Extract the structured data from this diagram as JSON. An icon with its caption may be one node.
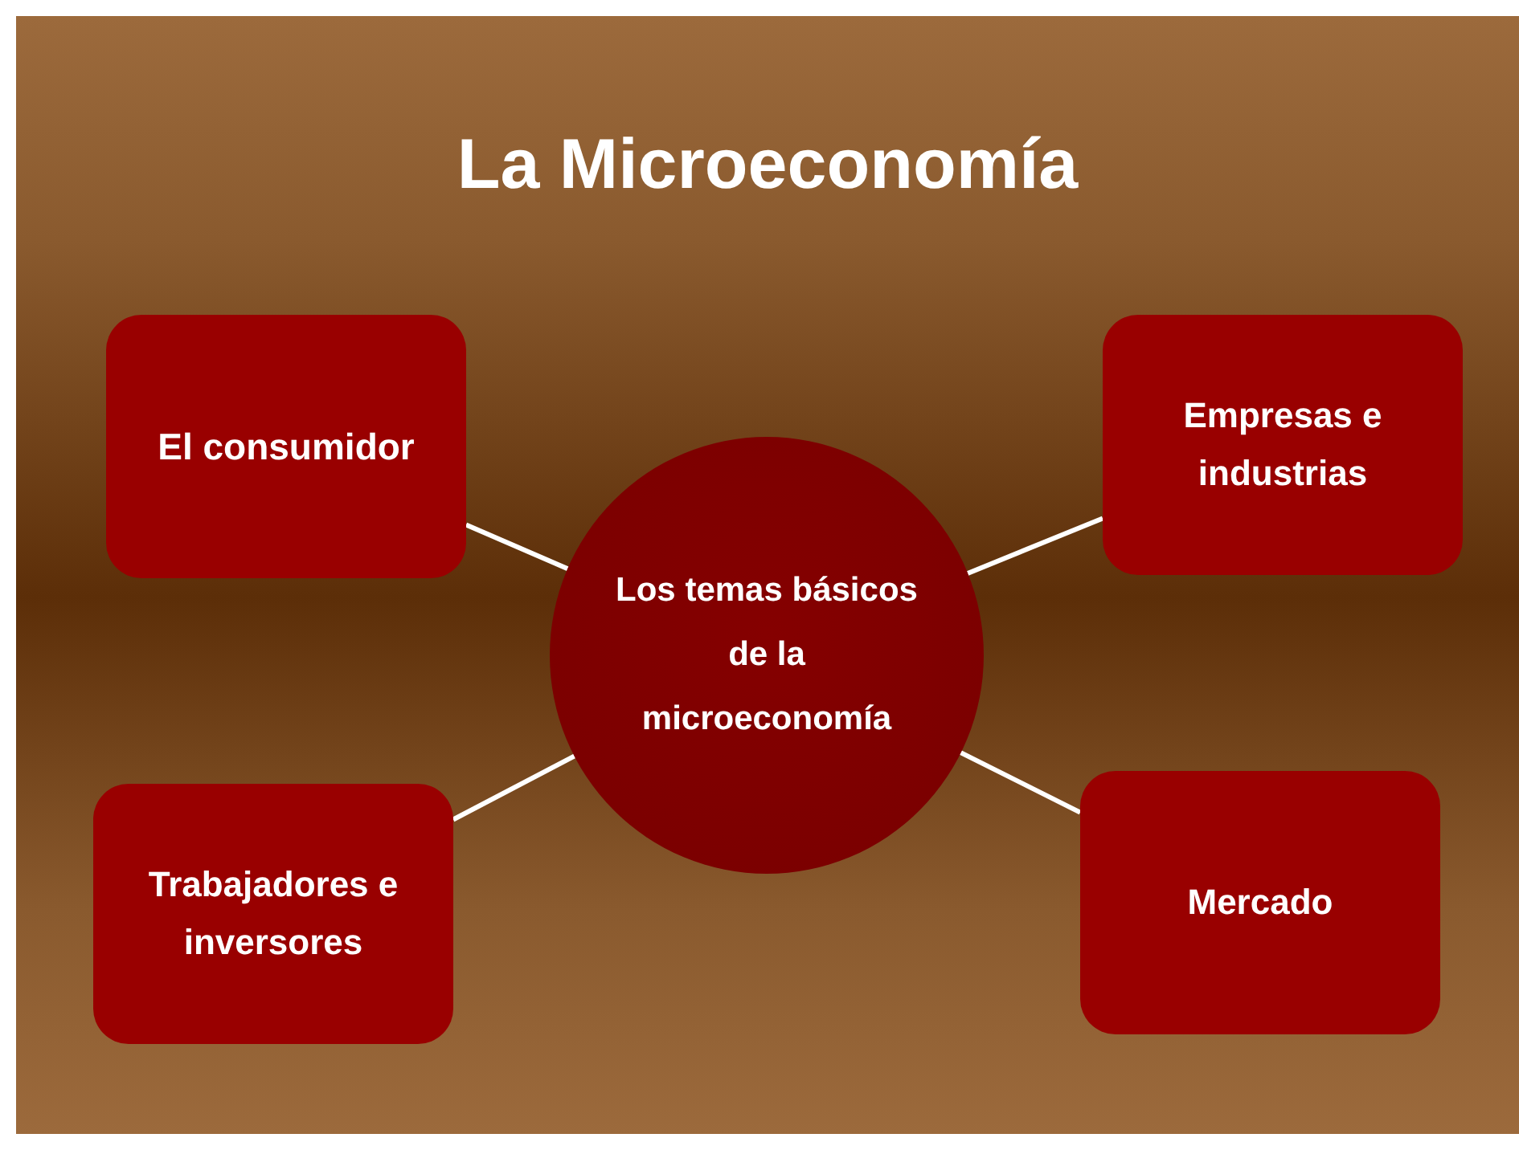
{
  "diagram": {
    "title": "La Microeconomía",
    "nodes": [
      {
        "text": [
          "Los temas básicos de la microeconomía"
        ]
      },
      {
        "text": [
          "El consumidor"
        ]
      },
      {
        "text": [
          "Empresas e industrias"
        ]
      },
      {
        "text": [
          "Trabajadores e inversores"
        ]
      },
      {
        "text": [
          "Mercado"
        ]
      }
    ],
    "edges": [
      {
        "from": 0,
        "to": 1,
        "arrow": "none"
      },
      {
        "from": 0,
        "to": 2,
        "arrow": "none"
      },
      {
        "from": 0,
        "to": 3,
        "arrow": "none"
      },
      {
        "from": 0,
        "to": 4,
        "arrow": "none"
      }
    ]
  }
}
